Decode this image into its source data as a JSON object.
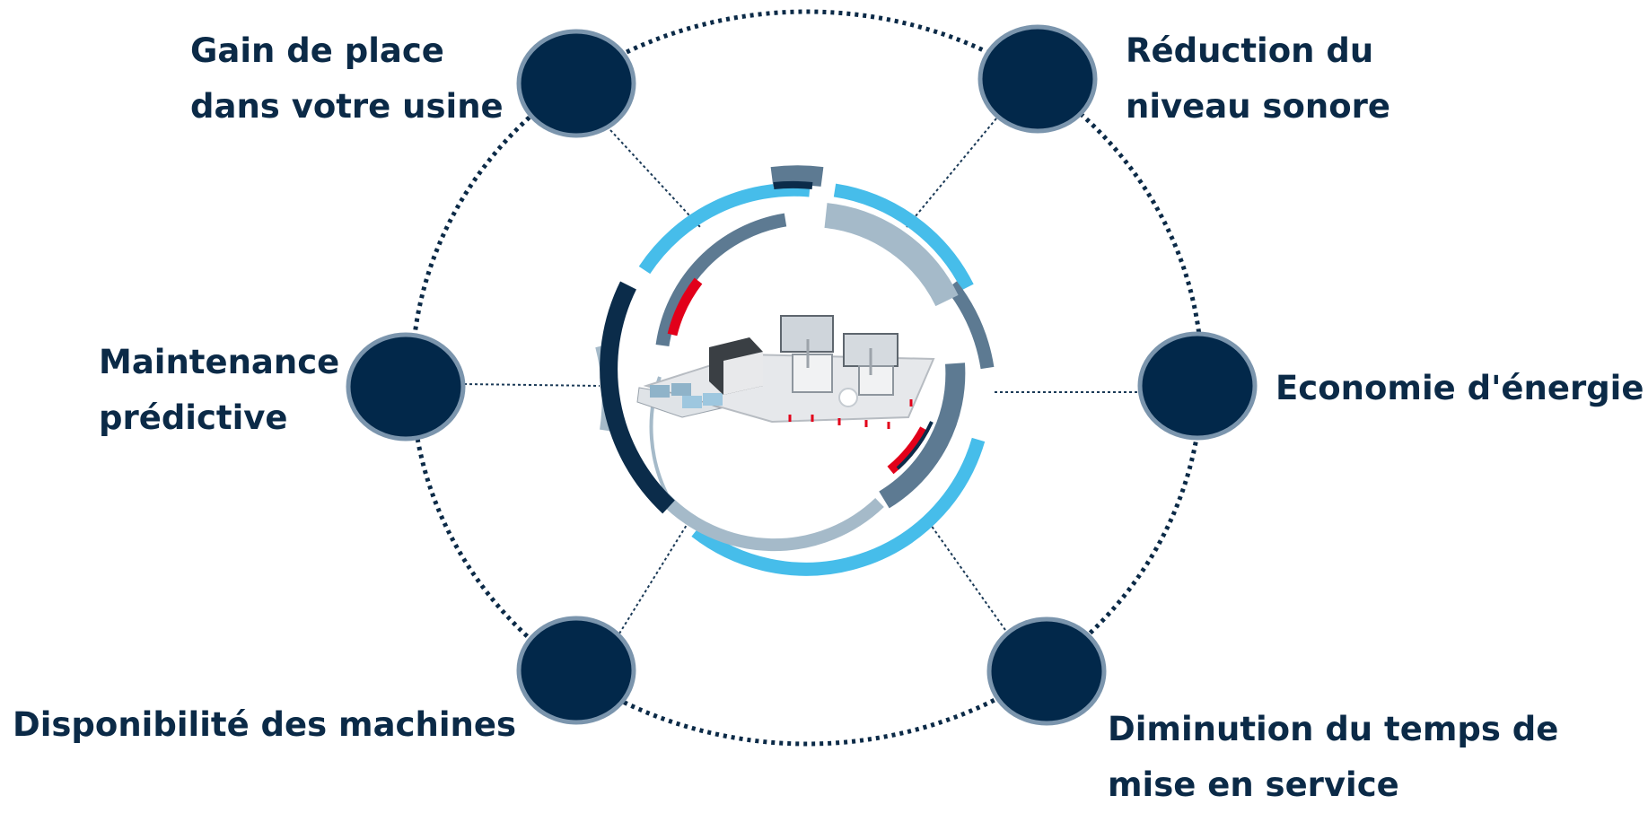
{
  "colors": {
    "node_fill": "#02284a",
    "node_stroke": "#7b95ad",
    "ring_dots": "#0b2a47",
    "spoke": "#1b3a57",
    "light_blue": "#46bdea",
    "steel": "#5d7a92",
    "pale_steel": "#a5bac9",
    "navy": "#0b2c4a",
    "red": "#e2001a"
  },
  "center_image": {
    "icon": "factory-floor-illustration"
  },
  "labels": [
    {
      "id": "space",
      "lines": [
        "Gain de place",
        "dans votre usine"
      ]
    },
    {
      "id": "noise",
      "lines": [
        "Réduction du",
        "niveau sonore"
      ]
    },
    {
      "id": "maintenance",
      "lines": [
        "Maintenance",
        "prédictive"
      ]
    },
    {
      "id": "energy",
      "lines": [
        "Economie d'énergie"
      ]
    },
    {
      "id": "availability",
      "lines": [
        "Disponibilité des machines"
      ]
    },
    {
      "id": "commissioning",
      "lines": [
        "Diminution du temps de",
        "mise en service"
      ]
    }
  ]
}
